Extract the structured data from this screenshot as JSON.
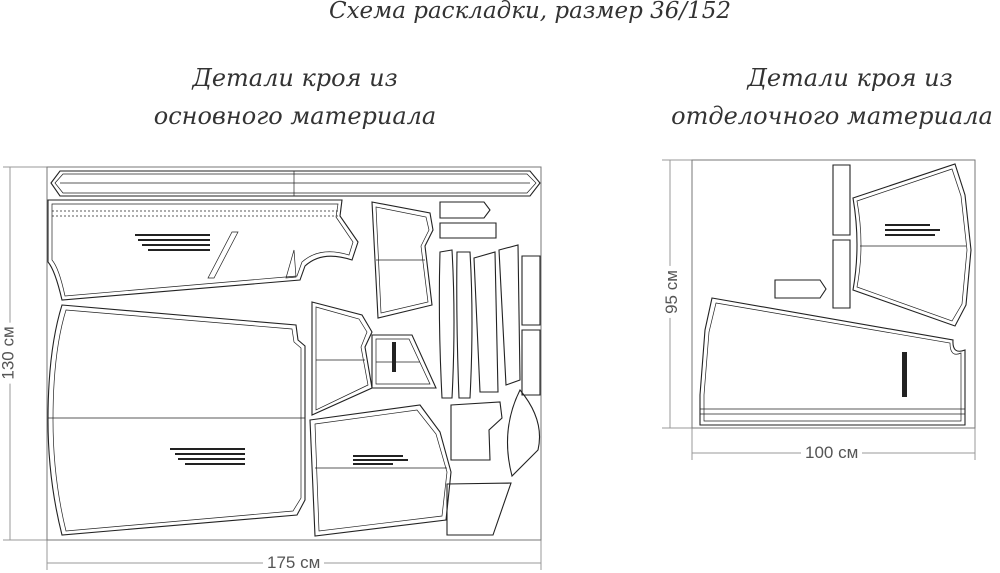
{
  "title": "Схема раскладки, размер 36/152",
  "main_fabric": {
    "heading_line1": "Детали кроя из",
    "heading_line2": "основного материала",
    "width_label": "175 см",
    "height_label": "130 см"
  },
  "trim_fabric": {
    "heading_line1": "Детали кроя из",
    "heading_line2": "отделочного материала",
    "width_label": "100 см",
    "height_label": "95 см"
  }
}
